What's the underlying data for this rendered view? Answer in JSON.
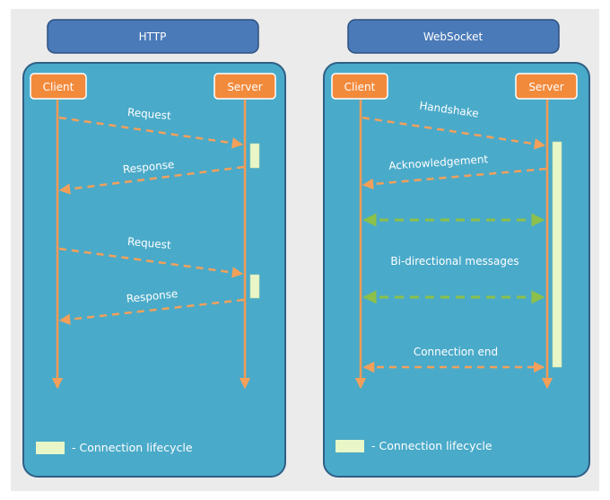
{
  "http": {
    "title": "HTTP",
    "client_label": "Client",
    "server_label": "Server",
    "messages": [
      {
        "label": "Request",
        "direction": "client-to-server"
      },
      {
        "label": "Response",
        "direction": "server-to-client"
      },
      {
        "label": "Request",
        "direction": "client-to-server"
      },
      {
        "label": "Response",
        "direction": "server-to-client"
      }
    ],
    "legend": "- Connection lifecycle"
  },
  "websocket": {
    "title": "WebSocket",
    "client_label": "Client",
    "server_label": "Server",
    "messages": [
      {
        "label": "Handshake",
        "direction": "client-to-server"
      },
      {
        "label": "Acknowledgement",
        "direction": "server-to-client"
      },
      {
        "label": "Bi-directional messages",
        "direction": "both"
      },
      {
        "label": "Connection end",
        "direction": "both"
      }
    ],
    "legend": "- Connection lifecycle"
  },
  "colors": {
    "panel": "#4aaac9",
    "panel_border": "#2f5f86",
    "header": "#4a7ab8",
    "header_border": "#2e4f80",
    "actor": "#f28a3c",
    "lifeline": "#f39a55",
    "arrow": "#f4a05a",
    "bidirectional": "#8cc04a",
    "lifecycle": "#e8f6c8",
    "background": "#ebebeb"
  }
}
